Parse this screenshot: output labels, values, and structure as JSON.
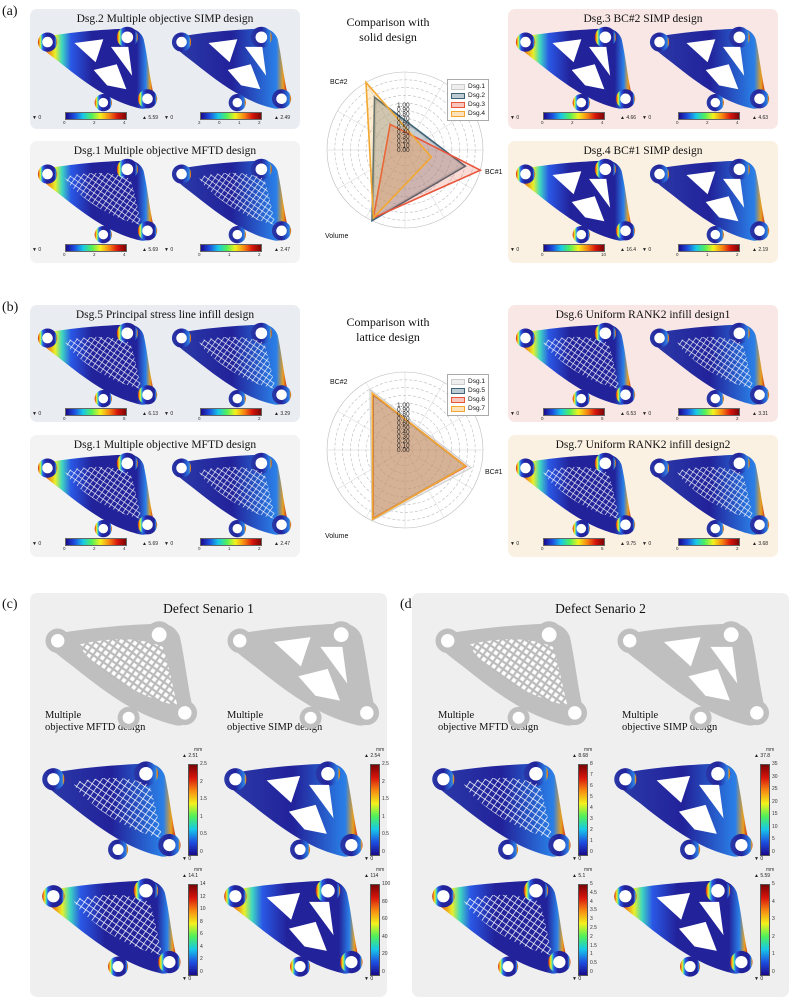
{
  "colors": {
    "panel_blue": "#e9ecf1",
    "panel_pink": "#f8e7e5",
    "panel_gray": "#f3f3f3",
    "panel_cream": "#fbf1e2",
    "defect_bg": "#efefef",
    "dsg1": "#cccccc",
    "dsg2": "#3f6377",
    "dsg3": "#e8553a",
    "dsg4": "#f2a830",
    "dsg5": "#3f6377",
    "dsg6": "#e8553a",
    "dsg7": "#f2a830"
  },
  "labels": {
    "a": "(a)",
    "b": "(b)",
    "c": "(c)",
    "d": "(d)"
  },
  "row_a": {
    "tl_title": "Dsg.2 Multiple objective SIMP design",
    "bl_title": "Dsg.1 Multiple objective MFTD design",
    "tr_title": "Dsg.3 BC#2 SIMP design",
    "br_title": "Dsg.4 BC#1 SIMP design",
    "tl_ticks": [
      "0",
      "2",
      "4",
      "2",
      "0",
      "1",
      "2"
    ],
    "tl_max1": "▲ 5.59",
    "tl_min1": "▼ 0",
    "tl_max2": "▲ 2.49",
    "tl_min2": "▼ 0",
    "bl_ticks": [
      "0",
      "2",
      "4",
      "0",
      "1",
      "2"
    ],
    "bl_max1": "▲ 5.69",
    "bl_min1": "▼ 0",
    "bl_max2": "▲ 2.47",
    "bl_min2": "▼ 0",
    "tr_ticks": [
      "0",
      "2",
      "4",
      "0",
      "2",
      "4"
    ],
    "tr_max1": "▲ 4.66",
    "tr_min1": "▼ 0",
    "tr_max2": "▲ 4.63",
    "tr_min2": "▼ 0",
    "br_ticks": [
      "0",
      "10",
      "0",
      "1",
      "2"
    ],
    "br_max1": "▲ 16.4",
    "br_min1": "▼ 0",
    "br_max2": "▲ 2.19",
    "br_min2": "▼ 0",
    "radar_title_1": "Comparison with",
    "radar_title_2": "solid design"
  },
  "row_b": {
    "tl_title": "Dsg.5 Principal stress line infill design",
    "bl_title": "Dsg.1 Multiple objective MFTD design",
    "tr_title": "Dsg.6 Uniform RANK2 infill design1",
    "br_title": "Dsg.7 Uniform RANK2 infill design2",
    "tl_ticks": [
      "0",
      "5",
      "0",
      "2"
    ],
    "tl_max1": "▲ 6.13",
    "tl_min1": "▼ 0",
    "tl_max2": "▲ 3.29",
    "tl_min2": "▼ 0",
    "bl_ticks": [
      "0",
      "2",
      "4",
      "0",
      "1",
      "2"
    ],
    "bl_max1": "▲ 5.69",
    "bl_min1": "▼ 0",
    "bl_max2": "▲ 2.47",
    "bl_min2": "▼ 0",
    "tr_ticks": [
      "0",
      "5",
      "0",
      "2"
    ],
    "tr_max1": "▲ 6.53",
    "tr_min1": "▼ 0",
    "tr_max2": "▲ 3.31",
    "tr_min2": "▼ 0",
    "br_ticks": [
      "0",
      "5",
      "0",
      "2"
    ],
    "br_max1": "▲ 9.75",
    "br_min1": "▼ 0",
    "br_max2": "▲ 3.68",
    "br_min2": "▼ 0",
    "radar_title_1": "Comparison with",
    "radar_title_2": "lattice design"
  },
  "defect1": {
    "title": "Defect Senario 1",
    "cap_left_1": "Multiple",
    "cap_left_2": "objective MFTD design",
    "cap_right_1": "Multiple",
    "cap_right_2": "objective SIMP design",
    "unit": "mm",
    "b1_max": "▲ 2.51",
    "b1_min": "▼ 0",
    "b1_ticks": [
      "2.5",
      "2",
      "1.5",
      "1",
      "0.5",
      "0"
    ],
    "b2_max": "▲ 2.54",
    "b2_min": "▼ 0",
    "b2_ticks": [
      "2.5",
      "2",
      "1.5",
      "1",
      "0.5",
      "0"
    ],
    "b3_max": "▲ 14.1",
    "b3_min": "▼ 0",
    "b3_ticks": [
      "14",
      "12",
      "10",
      "8",
      "6",
      "4",
      "2",
      "0"
    ],
    "b4_max": "▲ 114",
    "b4_min": "▼ 0",
    "b4_ticks": [
      "100",
      "80",
      "60",
      "40",
      "20",
      "0"
    ]
  },
  "defect2": {
    "title": "Defect Senario 2",
    "cap_left_1": "Multiple",
    "cap_left_2": "objective MFTD design",
    "cap_right_1": "Multiple",
    "cap_right_2": "objective SIMP design",
    "unit": "mm",
    "b1_max": "▲ 8.68",
    "b1_min": "▼ 0",
    "b1_ticks": [
      "8",
      "7",
      "6",
      "5",
      "4",
      "3",
      "2",
      "1",
      "0"
    ],
    "b2_max": "▲ 37.8",
    "b2_min": "▼ 0",
    "b2_ticks": [
      "35",
      "30",
      "25",
      "20",
      "15",
      "10",
      "5",
      "0"
    ],
    "b3_max": "▲ 5.1",
    "b3_min": "▼ 0",
    "b3_ticks": [
      "5",
      "4.5",
      "4",
      "3.5",
      "3",
      "2.5",
      "2",
      "1.5",
      "1",
      "0.5",
      "0"
    ],
    "b4_max": "▲ 5.59",
    "b4_min": "▼ 0",
    "b4_ticks": [
      "5",
      "4",
      "3",
      "2",
      "1",
      "0"
    ]
  },
  "chart_data": [
    {
      "type": "radar",
      "title": "Comparison with solid design",
      "axes": [
        "BC#2",
        "BC#1",
        "Volume"
      ],
      "rlim": [
        0,
        1
      ],
      "tick_labels": [
        "0.00",
        "0.10",
        "0.20",
        "0.30",
        "0.40",
        "0.50",
        "0.60",
        "0.70",
        "0.80",
        "0.90",
        "1.00"
      ],
      "series": [
        {
          "name": "Dsg.1",
          "values": [
            0.74,
            0.77,
            0.97
          ]
        },
        {
          "name": "Dsg.2",
          "values": [
            0.78,
            0.8,
            1.0
          ]
        },
        {
          "name": "Dsg.3",
          "values": [
            0.38,
            1.0,
            0.96
          ]
        },
        {
          "name": "Dsg.4",
          "values": [
            1.0,
            0.35,
            0.96
          ]
        }
      ]
    },
    {
      "type": "radar",
      "title": "Comparison with lattice design",
      "axes": [
        "BC#2",
        "BC#1",
        "Volume"
      ],
      "rlim": [
        0,
        1
      ],
      "tick_labels": [
        "0.00",
        "0.10",
        "0.20",
        "0.30",
        "0.40",
        "0.50",
        "0.60",
        "0.70",
        "0.80",
        "0.90",
        "1.00"
      ],
      "series": [
        {
          "name": "Dsg.1",
          "values": [
            0.9,
            0.88,
            1.0
          ]
        },
        {
          "name": "Dsg.5",
          "values": [
            0.82,
            0.8,
            0.97
          ]
        },
        {
          "name": "Dsg.6",
          "values": [
            0.83,
            0.81,
            0.97
          ]
        },
        {
          "name": "Dsg.7",
          "values": [
            0.84,
            0.8,
            0.98
          ]
        }
      ]
    }
  ]
}
